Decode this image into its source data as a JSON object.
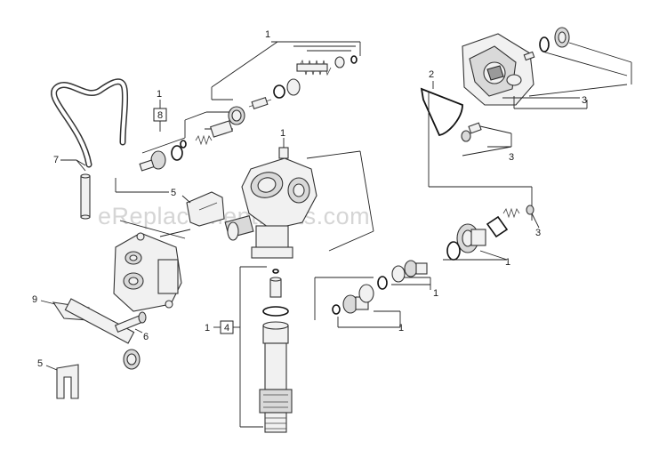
{
  "watermark": "eReplacementParts.com",
  "callouts": {
    "c1_top": "1",
    "c1_box_label": "1",
    "c1_box_value": "8",
    "c1_body": "1",
    "c2": "2",
    "c3_top": "3",
    "c3_mid": "3",
    "c3_right": "3",
    "c7": "7",
    "c5_left": "5",
    "c1_right": "1",
    "c1_center": "1",
    "c1_lower": "1",
    "c9": "9",
    "c6": "6",
    "c1_box2_label": "1",
    "c1_box2_value": "4",
    "c5_bottom": "5"
  },
  "colors": {
    "line": "#222222",
    "fill": "#f1f1f1",
    "watermark": "#c8c8c8"
  }
}
